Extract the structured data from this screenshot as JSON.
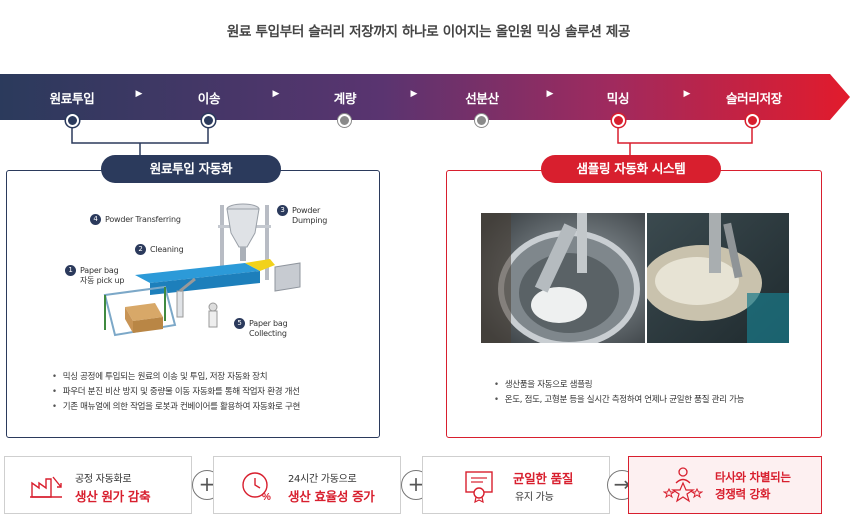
{
  "headline": "원료 투입부터 슬러리 저장까지 하나로 이어지는 올인원 믹싱 솔루션 제공",
  "process": {
    "steps": [
      "원료투입",
      "이송",
      "계량",
      "선분산",
      "믹싱",
      "슬러리저장"
    ],
    "arrow": "▶"
  },
  "left_panel": {
    "title": "원료투입 자동화",
    "callouts": {
      "c1": {
        "num": "1",
        "text1": "Paper bag",
        "text2": "자동 pick up"
      },
      "c2": {
        "num": "2",
        "text1": "Cleaning"
      },
      "c3": {
        "num": "3",
        "text1": "Powder",
        "text2": "Dumping"
      },
      "c4": {
        "num": "4",
        "text1": "Powder Transferring"
      },
      "c5": {
        "num": "5",
        "text1": "Paper bag",
        "text2": "Collecting"
      }
    },
    "bullets": [
      "믹싱 공정에 투입되는 원료의 이송 및 투입, 저장 자동화 장치",
      "파우더 분진 비산 방지 및 중량물 이동 자동화를 통해 작업자 환경 개선",
      "기존 매뉴얼에 의한 작업을 로봇과 컨베이어를 활용하여 자동화로 구현"
    ]
  },
  "right_panel": {
    "title": "샘플링 자동화 시스템",
    "bullets": [
      "생산품을 자동으로 샘플링",
      "온도, 점도, 고형분 등을 실시간 측정하여 언제나 균일한 품질 관리 가능"
    ]
  },
  "benefits": {
    "b1": {
      "line1": "공정 자동화로",
      "line2": "생산 원가 감축"
    },
    "b2": {
      "line1": "24시간 가동으로",
      "line2": "생산 효율성 증가"
    },
    "b3": {
      "line1": "유지 가능",
      "line2": "균일한 품질"
    },
    "b4": {
      "line1": "타사와 차별되는",
      "line2": "경쟁력 강화"
    },
    "op_plus": "+",
    "op_arrow": "→"
  },
  "colors": {
    "navy": "#2b3a5c",
    "red": "#d81f2e",
    "purple": "#7a2f7e"
  }
}
